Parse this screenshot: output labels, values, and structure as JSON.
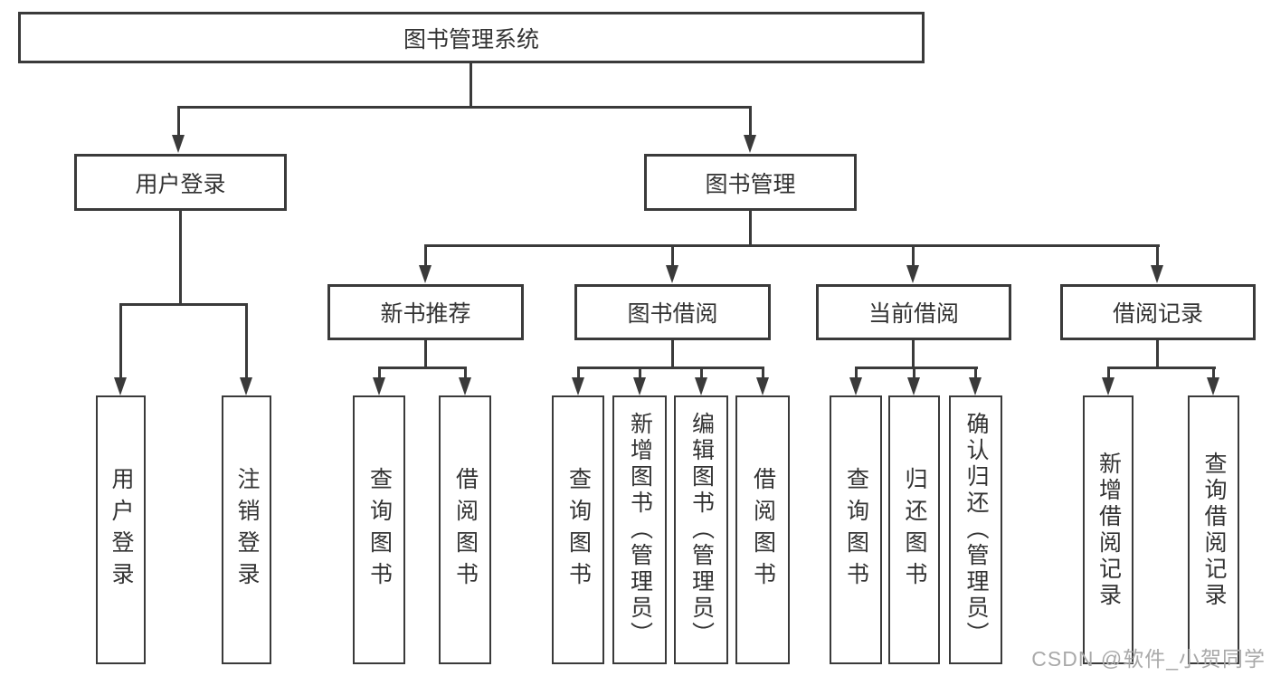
{
  "colors": {
    "line": "#3a3a3a",
    "text": "#333333",
    "background": "#ffffff",
    "watermark": "#a9a9a9"
  },
  "watermark": "CSDN @软件_小贺同学",
  "tree": {
    "label": "图书管理系统",
    "children": [
      {
        "label": "用户登录",
        "children": [
          {
            "label": "用户登录"
          },
          {
            "label": "注销登录"
          }
        ]
      },
      {
        "label": "图书管理",
        "children": [
          {
            "label": "新书推荐",
            "children": [
              {
                "label": "查询图书"
              },
              {
                "label": "借阅图书"
              }
            ]
          },
          {
            "label": "图书借阅",
            "children": [
              {
                "label": "查询图书"
              },
              {
                "label": "新增图书（管理员）"
              },
              {
                "label": "编辑图书（管理员）"
              },
              {
                "label": "借阅图书"
              }
            ]
          },
          {
            "label": "当前借阅",
            "children": [
              {
                "label": "查询图书"
              },
              {
                "label": "归还图书"
              },
              {
                "label": "确认归还（管理员）"
              }
            ]
          },
          {
            "label": "借阅记录",
            "children": [
              {
                "label": "新增借阅记录"
              },
              {
                "label": "查询借阅记录"
              }
            ]
          }
        ]
      }
    ]
  }
}
